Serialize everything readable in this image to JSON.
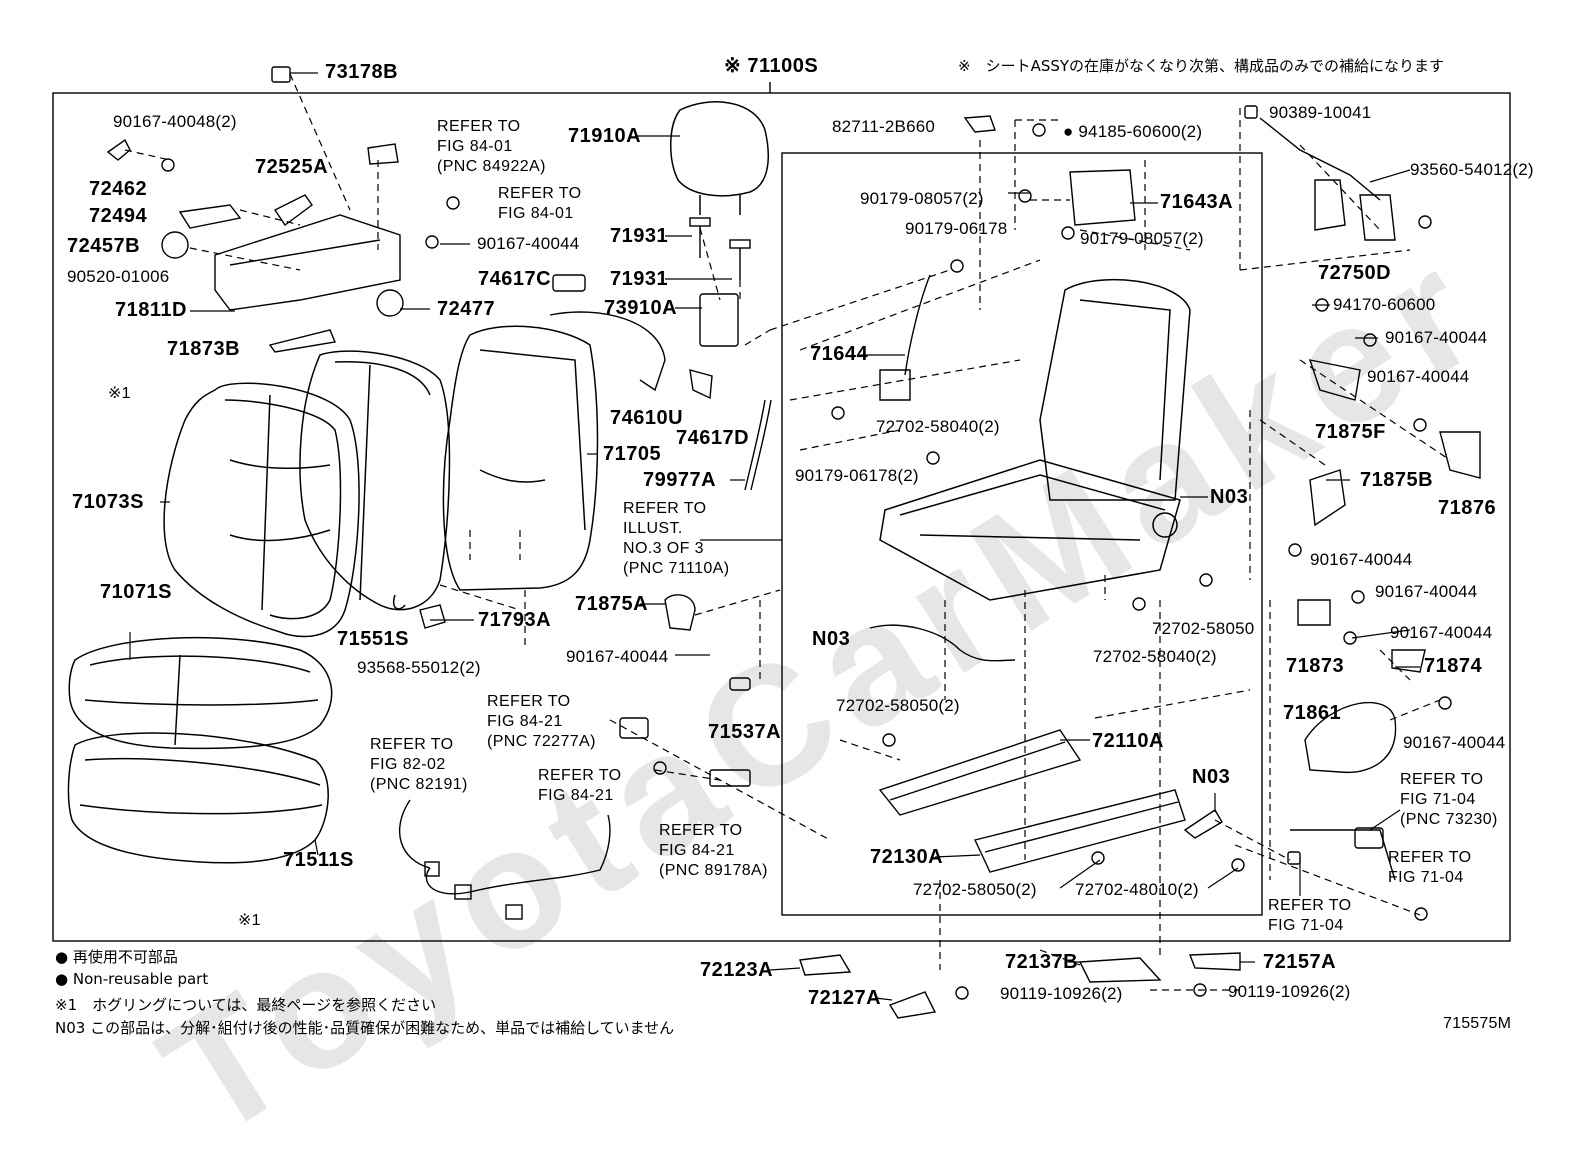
{
  "header": {
    "assembly_title": "※ 71100S",
    "top_note": "※　シートASSYの在庫がなくなり次第、構成品のみでの補給になります"
  },
  "watermark": {
    "text": "ToyotaCarMaker"
  },
  "parts": {
    "p73178B": "73178B",
    "p90167_40048": "90167-40048(2)",
    "p72462": "72462",
    "p72525A": "72525A",
    "p72494": "72494",
    "p72457B": "72457B",
    "p90520_01006": "90520-01006",
    "p71811D": "71811D",
    "p72477": "72477",
    "p71873B": "71873B",
    "p90167_40044_a": "90167-40044",
    "p71910A": "71910A",
    "p71931_a": "71931",
    "p71931_b": "71931",
    "p74617C": "74617C",
    "p73910A": "73910A",
    "p74610U": "74610U",
    "p74617D": "74617D",
    "p71705": "71705",
    "p79977A": "79977A",
    "p71073S": "71073S",
    "p71551S": "71551S",
    "p71793A": "71793A",
    "p71071S": "71071S",
    "p93568_55012": "93568-55012(2)",
    "p71875A": "71875A",
    "p90167_40044_b": "90167-40044",
    "p71537A": "71537A",
    "p71511S": "71511S",
    "p82711_2B660": "82711-2B660",
    "p94185_60600": "● 94185-60600(2)",
    "p90179_08057_a": "90179-08057(2)",
    "p71643A": "71643A",
    "p90179_08057_b": "90179-08057(2)",
    "p90179_06178": "90179-06178",
    "p71644": "71644",
    "p72702_58040_a": "72702-58040(2)",
    "p90179_06178_2": "90179-06178(2)",
    "pN03_a": "N03",
    "p72702_58050_a": "72702-58050",
    "p72702_58040_b": "72702-58040(2)",
    "pN03_b": "N03",
    "p72702_58050_b": "72702-58050(2)",
    "p72110A": "72110A",
    "pN03_c": "N03",
    "p72130A": "72130A",
    "p72702_58050_c": "72702-58050(2)",
    "p72702_48010": "72702-48010(2)",
    "p72123A": "72123A",
    "p72127A": "72127A",
    "p72137B": "72137B",
    "p90119_10926_a": "90119-10926(2)",
    "p72157A": "72157A",
    "p90119_10926_b": "90119-10926(2)",
    "p90389_10041": "90389-10041",
    "p93560_54012": "93560-54012(2)",
    "p72750D": "72750D",
    "p94170_60600": "94170-60600",
    "p90167_40044_c": "90167-40044",
    "p90167_40044_d": "90167-40044",
    "p71875F": "71875F",
    "p71876": "71876",
    "p71875B": "71875B",
    "p90167_40044_e": "90167-40044",
    "p90167_40044_f": "90167-40044",
    "p90167_40044_g": "90167-40044",
    "p71873": "71873",
    "p71874": "71874",
    "p71861": "71861",
    "p90167_40044_h": "90167-40044",
    "mark1_a": "※1",
    "mark1_b": "※1"
  },
  "references": {
    "r_84_01_84922A": "REFER TO\nFIG 84-01\n(PNC 84922A)",
    "r_84_01": "REFER TO\nFIG 84-01",
    "r_illust": "REFER TO\nILLUST.\nNO.3 OF 3\n(PNC 71110A)",
    "r_84_21_72277A": "REFER TO\nFIG 84-21\n(PNC 72277A)",
    "r_82_02": "REFER TO\nFIG 82-02\n(PNC 82191)",
    "r_84_21": "REFER TO\nFIG 84-21",
    "r_84_21_89178A": "REFER TO\nFIG 84-21\n(PNC 89178A)",
    "r_71_04_73230": "REFER TO\nFIG 71-04\n(PNC 73230)",
    "r_71_04_a": "REFER TO\nFIG 71-04",
    "r_71_04_b": "REFER TO\nFIG 71-04"
  },
  "legend": {
    "l1": "●  再使用不可部品",
    "l2": "●  Non-reusable part",
    "l3": "※1　ホグリングについては、最終ページを参照ください",
    "l4": "N03  この部品は、分解･組付け後の性能･品質確保が困難なため、単品では補給していません"
  },
  "footer": {
    "illustration_id": "715575M"
  }
}
